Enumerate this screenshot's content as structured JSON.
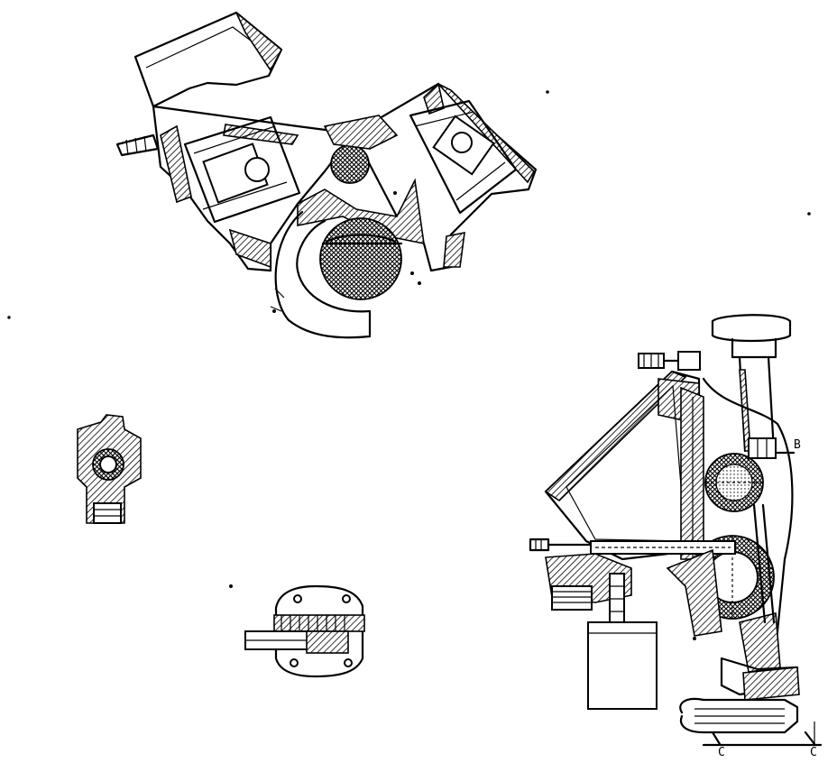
{
  "figure": {
    "labels": {
      "section_b": "B",
      "section_c_left": "C",
      "section_c_right": "C"
    }
  }
}
